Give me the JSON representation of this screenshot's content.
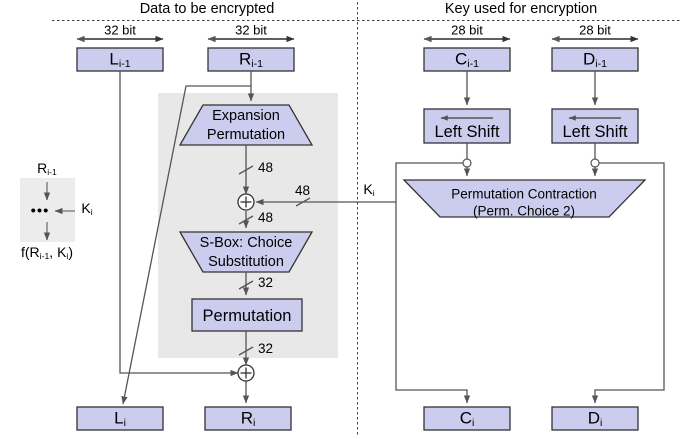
{
  "diagram": {
    "title_left": "Data to be encrypted",
    "title_right": "Key used for encryption",
    "colors": {
      "box_fill": "#ccccee",
      "box_border": "#333333",
      "region_fill": "#e8e8e8",
      "line": "#555555",
      "text": "#000000"
    }
  },
  "width_labels": {
    "left_data": "32 bit",
    "right_data": "32 bit",
    "left_key": "28 bit",
    "right_key": "28 bit"
  },
  "blocks": {
    "l_prev": "L",
    "l_prev_sub": "i-1",
    "r_prev": "R",
    "r_prev_sub": "i-1",
    "c_prev": "C",
    "c_prev_sub": "i-1",
    "d_prev": "D",
    "d_prev_sub": "i-1",
    "l_out": "L",
    "l_out_sub": "i",
    "r_out": "R",
    "r_out_sub": "i",
    "c_out": "C",
    "c_out_sub": "i",
    "d_out": "D",
    "d_out_sub": "i",
    "expansion_line1": "Expansion",
    "expansion_line2": "Permutation",
    "sbox_line1": "S-Box: Choice",
    "sbox_line2": "Substitution",
    "permutation": "Permutation",
    "left_shift_1": "Left Shift",
    "left_shift_2": "Left Shift",
    "contraction_line1": "Permutation Contraction",
    "contraction_line2": "(Perm. Choice 2)"
  },
  "bit_labels": {
    "exp_to_xor": "48",
    "key_to_xor": "48",
    "xor_to_sbox": "48",
    "sbox_to_perm": "32",
    "perm_to_xor": "32"
  },
  "key_label": {
    "k": "K",
    "k_sub": "i"
  },
  "legend": {
    "input": "R",
    "input_sub": "i-1",
    "key": "K",
    "key_sub": "i",
    "dots": "•••",
    "output_pre": "f(R",
    "output_sub1": "i-1",
    "output_mid": ", K",
    "output_sub2": "i",
    "output_post": ")"
  },
  "icons": {
    "xor_glyph": "+",
    "junction": "junction-circle"
  }
}
